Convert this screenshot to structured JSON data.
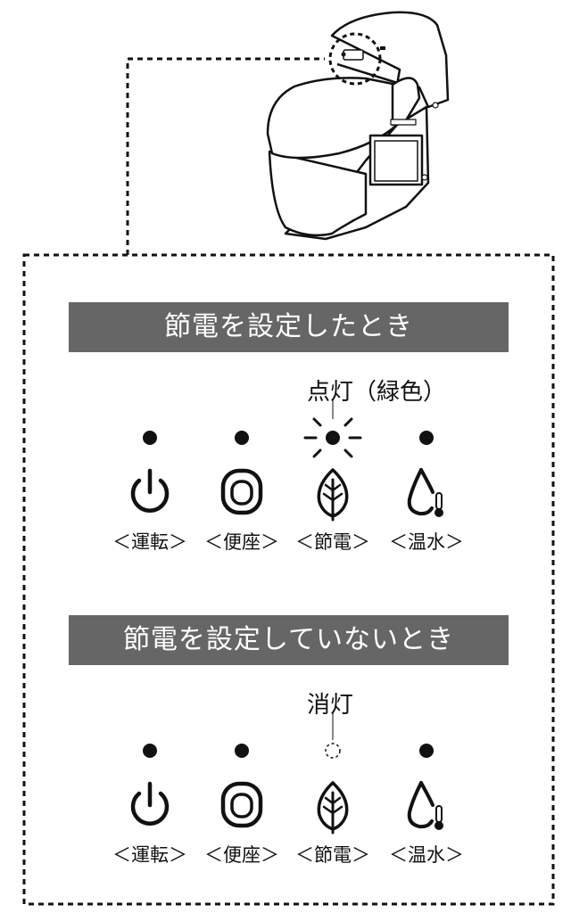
{
  "sections": [
    {
      "title": "節電を設定したとき",
      "indicator_status": "点灯（緑色）",
      "buttons": [
        {
          "label": "＜運転＞",
          "icon": "power-icon",
          "led": "on"
        },
        {
          "label": "＜便座＞",
          "icon": "toilet-seat-icon",
          "led": "on"
        },
        {
          "label": "＜節電＞",
          "icon": "leaf-icon",
          "led": "lit-green"
        },
        {
          "label": "＜温水＞",
          "icon": "water-temperature-icon",
          "led": "on"
        }
      ]
    },
    {
      "title": "節電を設定していないとき",
      "indicator_status": "消灯",
      "buttons": [
        {
          "label": "＜運転＞",
          "icon": "power-icon",
          "led": "on"
        },
        {
          "label": "＜便座＞",
          "icon": "toilet-seat-icon",
          "led": "on"
        },
        {
          "label": "＜節電＞",
          "icon": "leaf-icon",
          "led": "off"
        },
        {
          "label": "＜温水＞",
          "icon": "water-temperature-icon",
          "led": "on"
        }
      ]
    }
  ],
  "colors": {
    "banner_bg": "#666666",
    "banner_text": "#ffffff",
    "ink": "#111111"
  }
}
